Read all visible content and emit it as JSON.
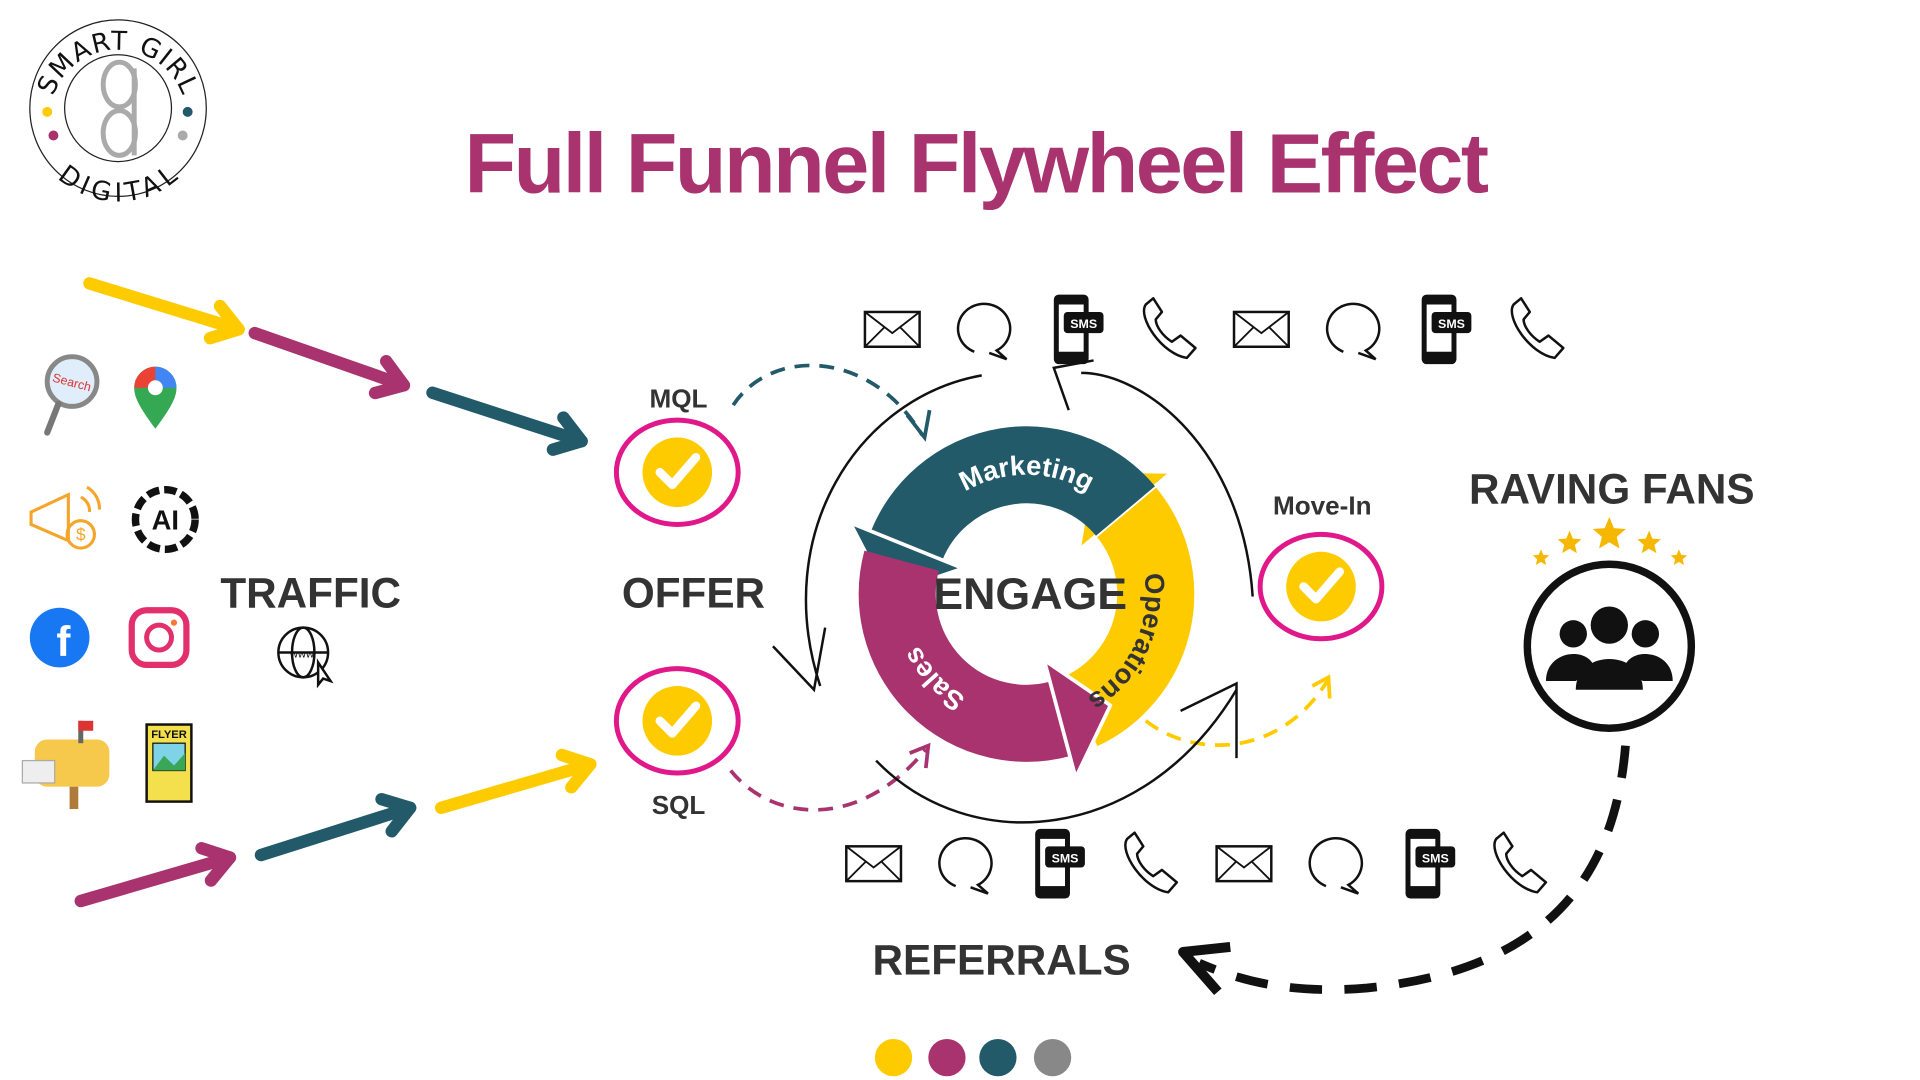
{
  "title": "Full Funnel Flywheel Effect",
  "logo": {
    "text_top": "SMART GIRL",
    "text_bottom": "DIGITAL"
  },
  "labels": {
    "traffic": "TRAFFIC",
    "offer": "OFFER",
    "engage": "ENGAGE",
    "mql": "MQL",
    "sql": "SQL",
    "move_in": "Move-In",
    "raving_fans": "RAVING FANS",
    "referrals": "REFERRALS"
  },
  "flywheel": {
    "marketing": "Marketing",
    "sales": "Sales",
    "operations": "Operations"
  },
  "traffic_icons": [
    "search-icon",
    "google-maps-icon",
    "megaphone-money-icon",
    "ai-icon",
    "facebook-icon",
    "instagram-icon",
    "mailbox-icon",
    "flyer-icon",
    "website-globe-icon"
  ],
  "flyer_text": "FLYER",
  "globe_text": "www",
  "sms_text": "SMS",
  "channels_top": [
    "email",
    "chat",
    "sms",
    "phone",
    "email",
    "chat",
    "sms",
    "phone"
  ],
  "channels_bottom": [
    "email",
    "chat",
    "sms",
    "phone",
    "email",
    "chat",
    "sms",
    "phone"
  ],
  "colors": {
    "magenta": "#a8336f",
    "teal": "#225a69",
    "yellow": "#fecb00",
    "gray": "#888888",
    "pink_ring": "#e0188a",
    "text": "#333333"
  },
  "legend_dots": [
    "#fecb00",
    "#a8336f",
    "#225a69",
    "#888888"
  ]
}
